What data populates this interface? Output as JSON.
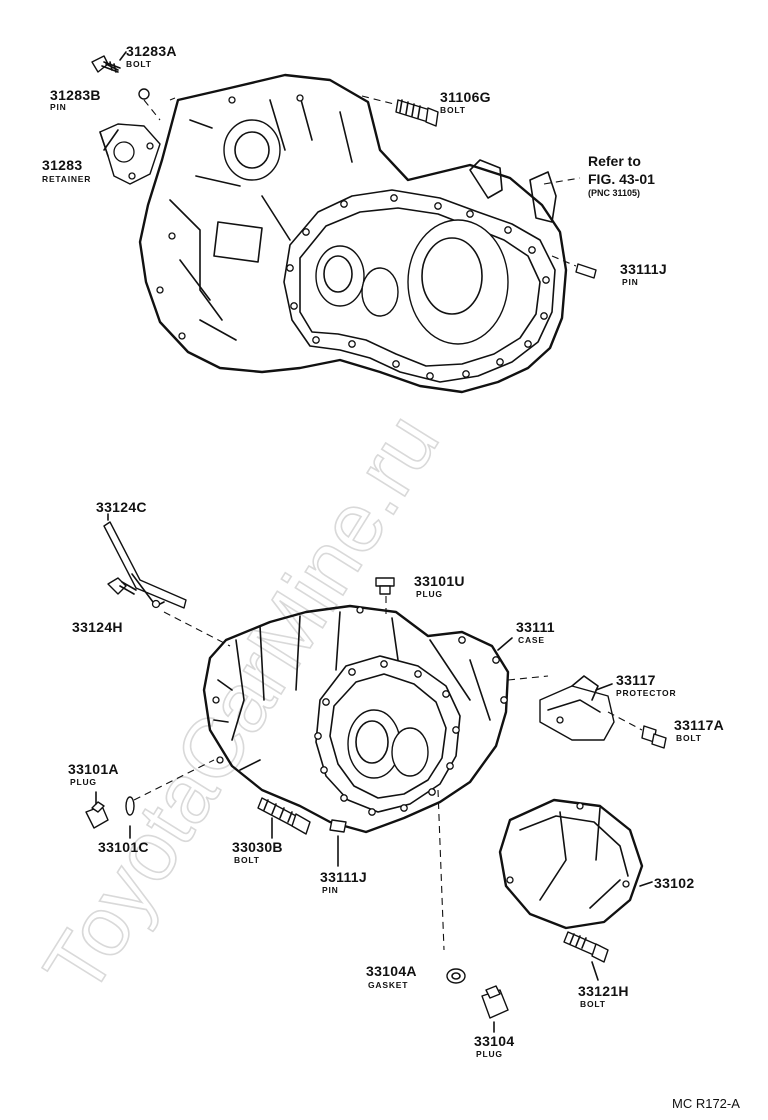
{
  "watermark": "ToyotaCarMine.ru",
  "diagram_code": "MC R172-A",
  "reference": {
    "line1": "Refer to",
    "line2": "FIG. 43-01",
    "line3": "(PNC 31105)"
  },
  "parts": {
    "p31283A": {
      "number": "31283A",
      "name": "BOLT"
    },
    "p31283B": {
      "number": "31283B",
      "name": "PIN"
    },
    "p31283": {
      "number": "31283",
      "name": "RETAINER"
    },
    "p31106G": {
      "number": "31106G",
      "name": "BOLT"
    },
    "p31111J": {
      "number": "33111J",
      "name": "PIN"
    },
    "p33124C": {
      "number": "33124C",
      "name": ""
    },
    "p33124H": {
      "number": "33124H",
      "name": ""
    },
    "p33101U": {
      "number": "33101U",
      "name": "PLUG"
    },
    "p33111": {
      "number": "33111",
      "name": "CASE"
    },
    "p33117": {
      "number": "33117",
      "name": "PROTECTOR"
    },
    "p33117A": {
      "number": "33117A",
      "name": "BOLT"
    },
    "p33101A": {
      "number": "33101A",
      "name": "PLUG"
    },
    "p33101C": {
      "number": "33101C",
      "name": ""
    },
    "p33030B": {
      "number": "33030B",
      "name": "BOLT"
    },
    "p33111J": {
      "number": "33111J",
      "name": "PIN"
    },
    "p33102": {
      "number": "33102",
      "name": ""
    },
    "p33104A": {
      "number": "33104A",
      "name": "GASKET"
    },
    "p33121H": {
      "number": "33121H",
      "name": "BOLT"
    },
    "p33104": {
      "number": "33104",
      "name": "PLUG"
    }
  }
}
